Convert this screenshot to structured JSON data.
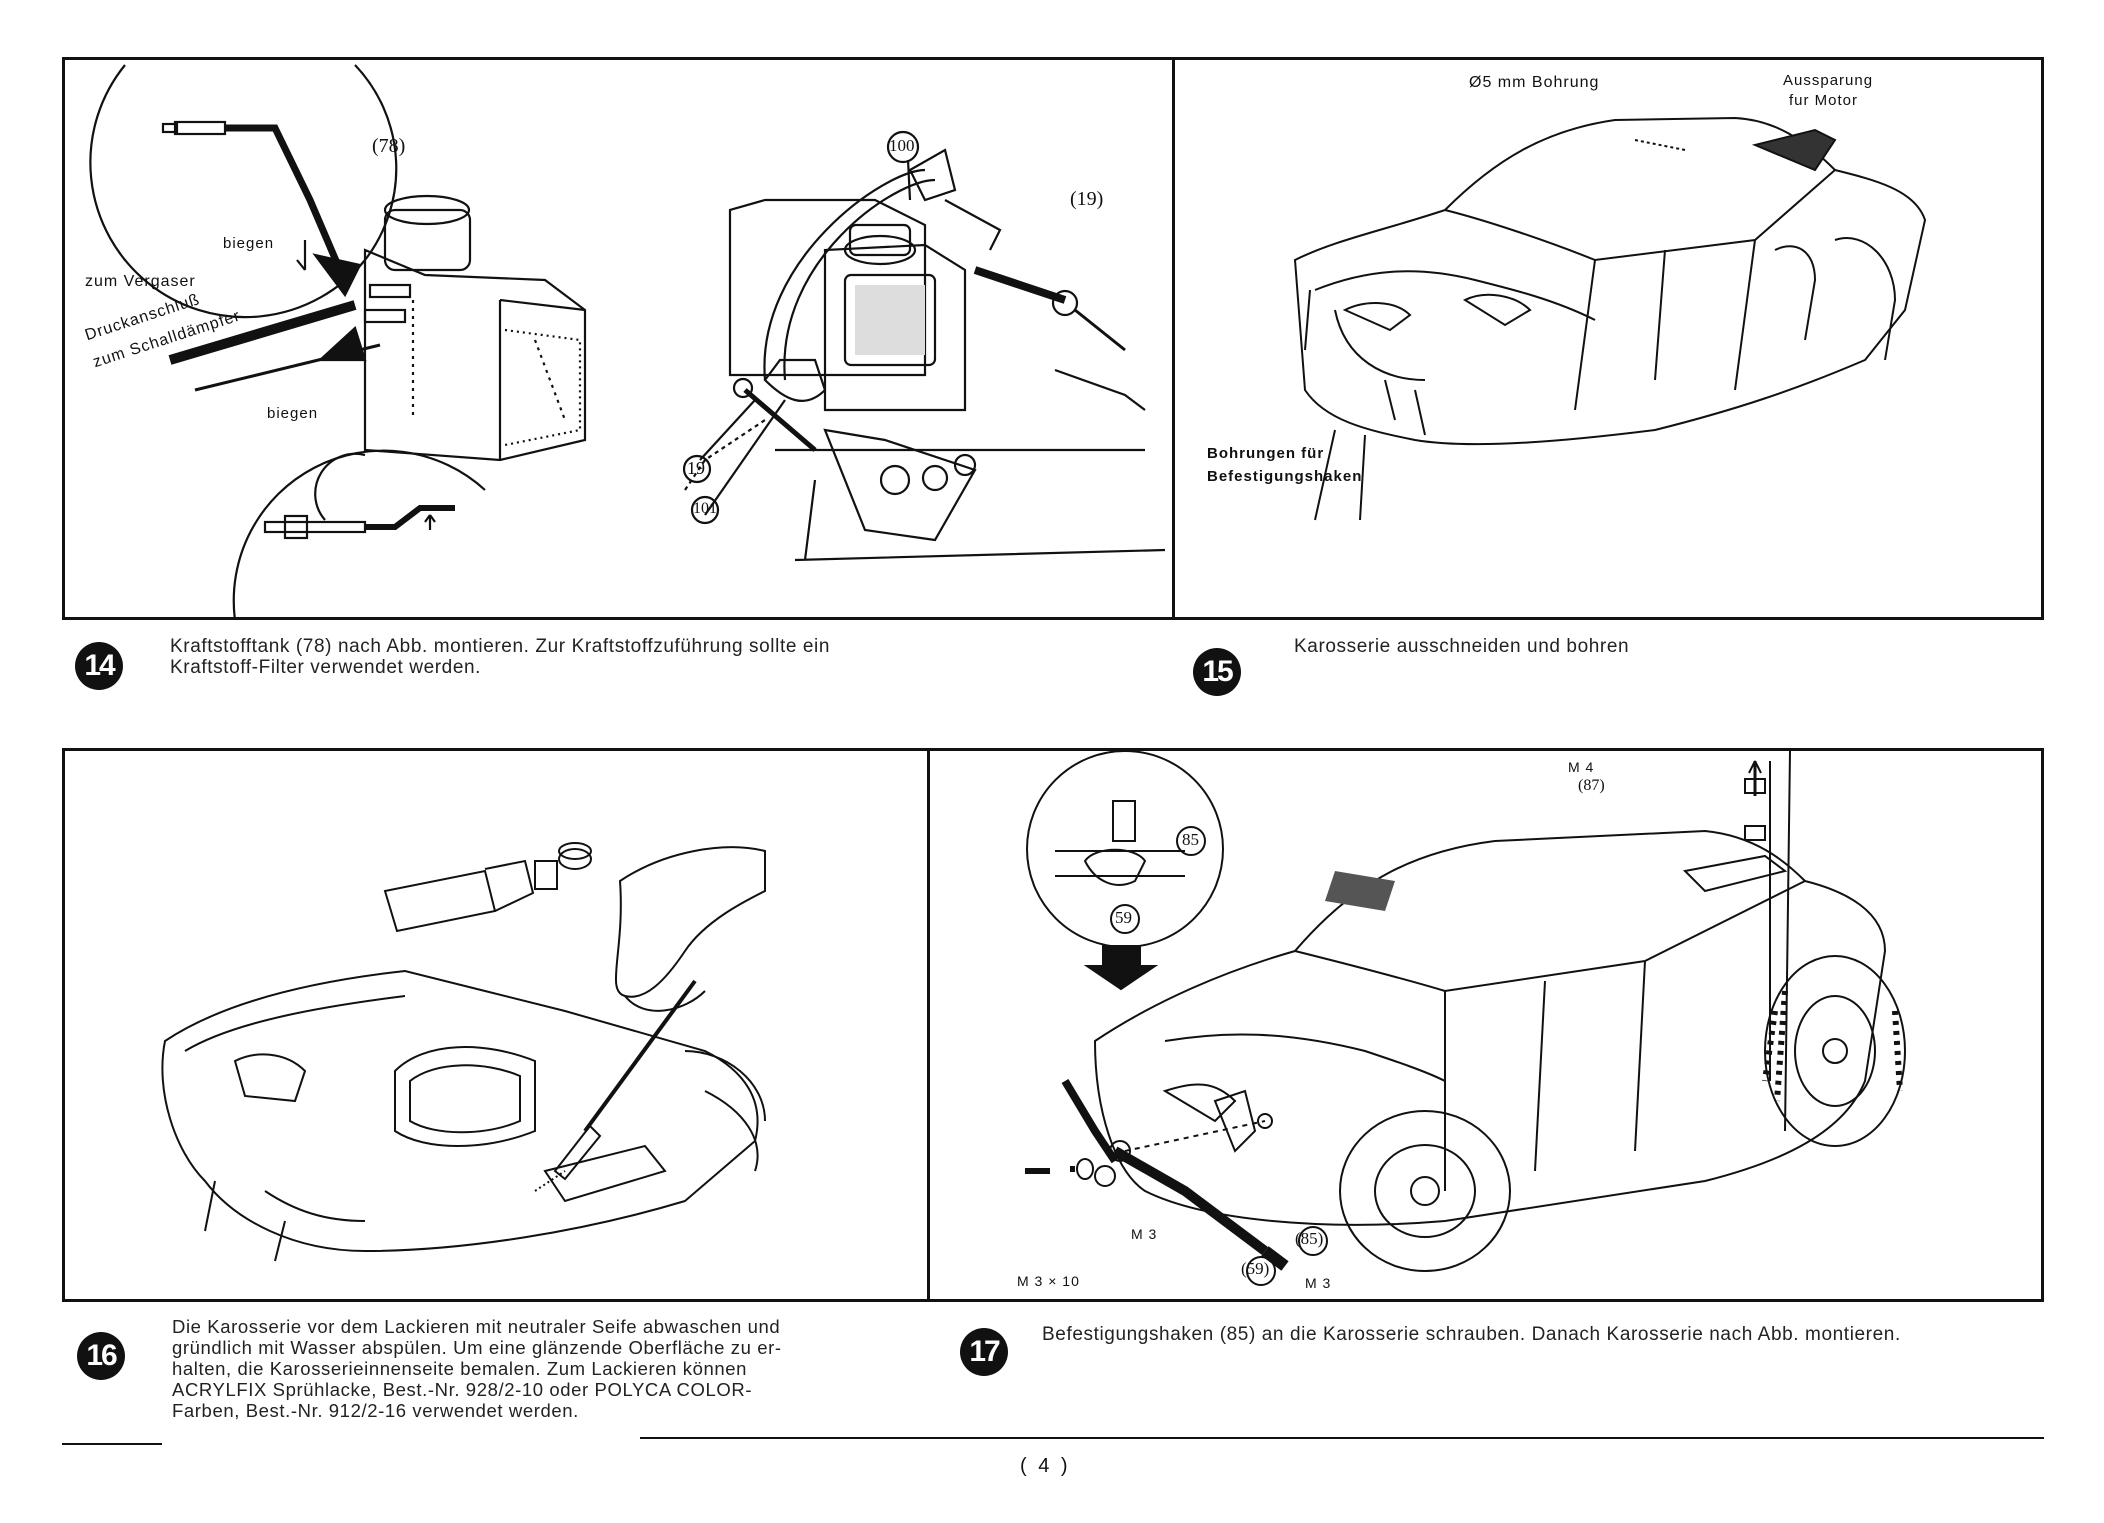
{
  "page_number": "( 4 )",
  "step14": {
    "badge": "14",
    "caption_lines": [
      "Kraftstofftank (78) nach Abb. montieren. Zur Kraftstoffzuführung sollte ein",
      "Kraftstoff-Filter verwendet werden."
    ],
    "labels": {
      "biegen_top": "biegen",
      "biegen_bottom": "biegen",
      "zum_vergaser": "zum Vergaser",
      "druckanschluss": "Druckanschluß",
      "schalldampfer": "zum Schalldämpfer",
      "part78": "(78)",
      "part100": "100",
      "part19a": "(19)",
      "part19b": "19",
      "part101": "101"
    }
  },
  "step15": {
    "badge": "15",
    "caption_lines": [
      "Karosserie ausschneiden und bohren"
    ],
    "labels": {
      "bohrung": "Ø5 mm Bohrung",
      "aussparung": "Aussparung",
      "fur_motor": "fur Motor",
      "bohrungen": "Bohrungen für",
      "befestigung": "Befestigungshaken"
    }
  },
  "step16": {
    "badge": "16",
    "caption_lines": [
      "Die Karosserie vor dem Lackieren mit neutraler Seife abwaschen und",
      "gründlich mit Wasser abspülen. Um eine glänzende Oberfläche zu er-",
      "halten, die Karosserieinnenseite bemalen. Zum Lackieren können",
      "ACRYLFIX Sprühlacke, Best.-Nr. 928/2-10 oder POLYCA COLOR-",
      "Farben, Best.-Nr. 912/2-16 verwendet werden."
    ]
  },
  "step17": {
    "badge": "17",
    "caption_lines": [
      "Befestigungshaken (85) an die Karosserie schrauben. Danach Karosserie nach Abb. montieren."
    ],
    "labels": {
      "m4": "M 4",
      "p87": "(87)",
      "p85a": "85",
      "p59a": "59",
      "m3a": "M 3",
      "m3x10": "M 3 × 10",
      "p59b": "(59)",
      "p85b": "(85)",
      "m3b": "M 3"
    }
  }
}
